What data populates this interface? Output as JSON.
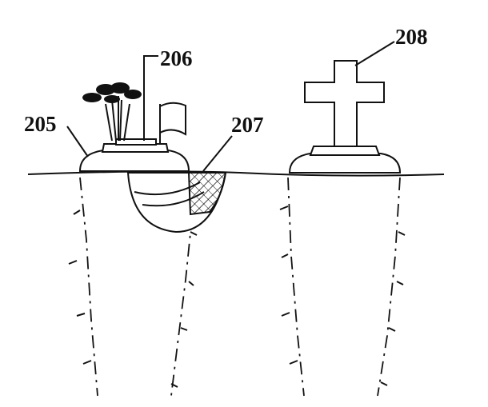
{
  "labels": {
    "grave_mound": "205",
    "grave_stone": "206",
    "burial_container": "207",
    "cross_marker": "208"
  }
}
